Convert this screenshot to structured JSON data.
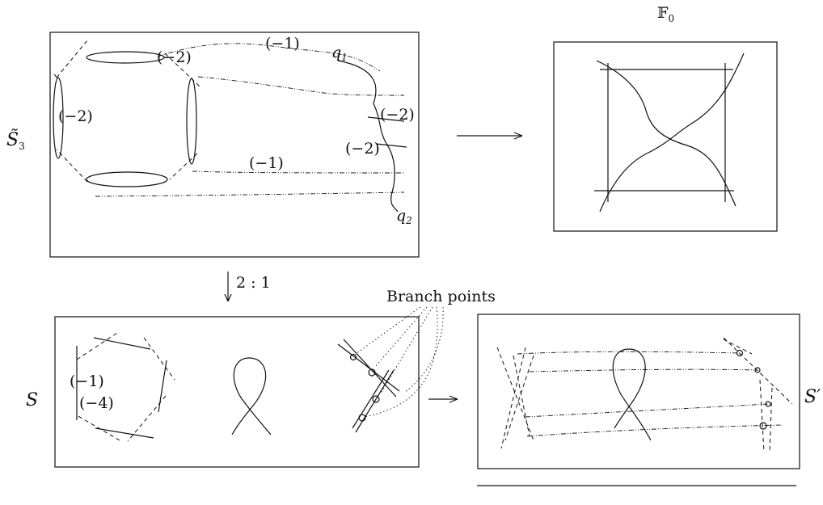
{
  "labels": {
    "s3_tilde": "S̃",
    "s3_sub": "3",
    "f0": "𝔽",
    "f0_sub": "0",
    "s": "S",
    "s_prime": "S′",
    "q1": "q",
    "q1_sub": "1",
    "q2": "q",
    "q2_sub": "2",
    "double_cover": "2 : 1",
    "branch_points": "Branch points",
    "minus2_top": "(−2)",
    "minus2_left": "(−2)",
    "minus1_top": "(−1)",
    "minus1_mid": "(−1)",
    "minus2_right_upper": "(−2)",
    "minus2_right_lower": "(−2)",
    "minus1_s": "(−1)",
    "minus4_s": "(−4)"
  }
}
